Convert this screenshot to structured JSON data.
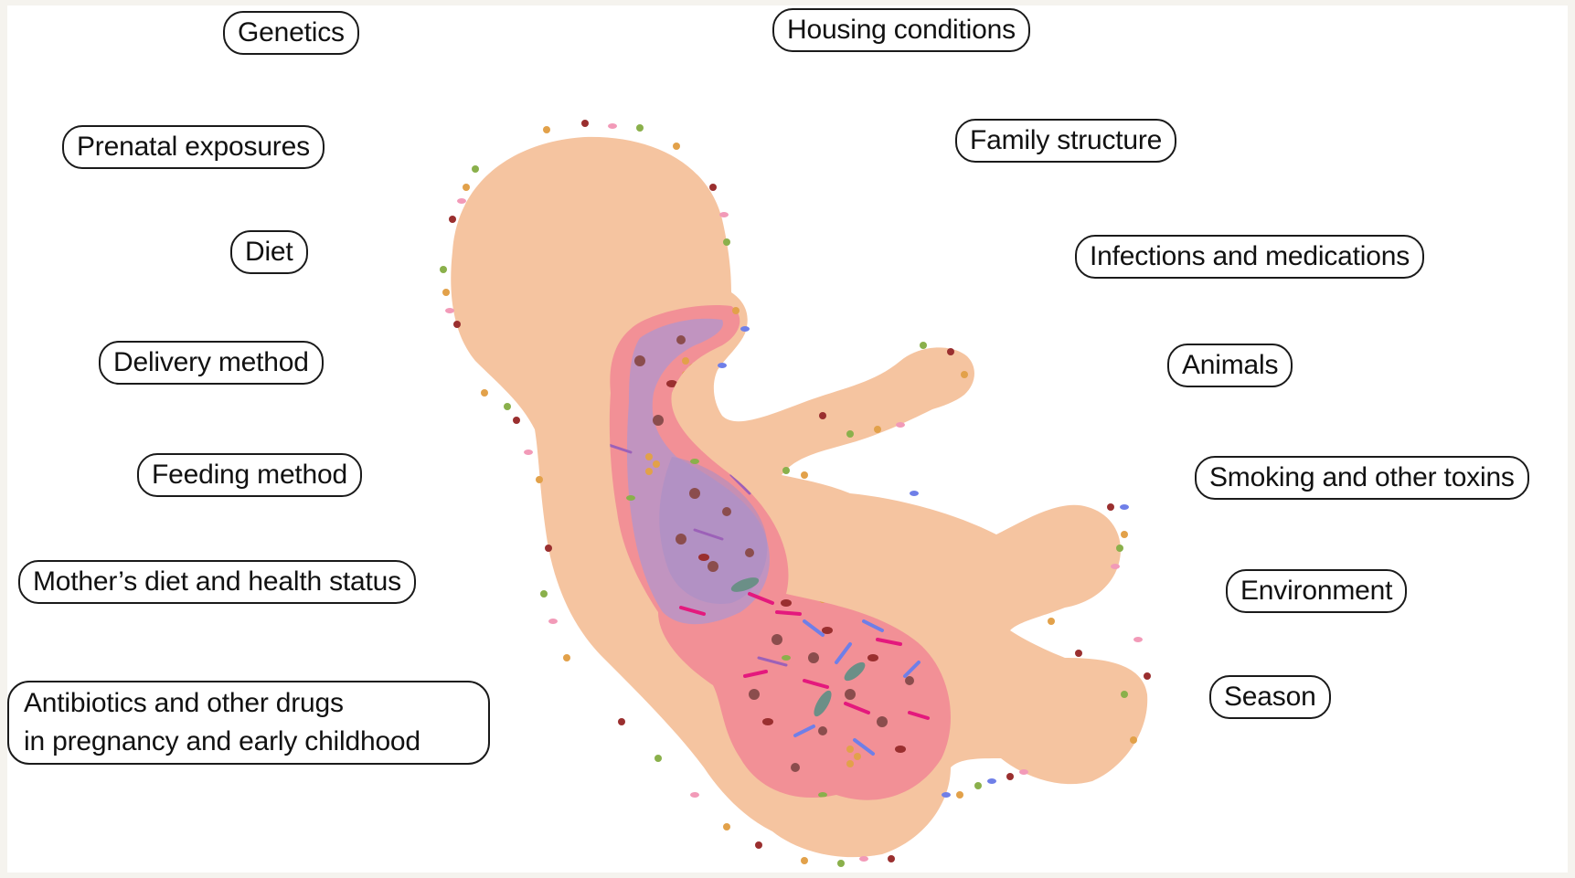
{
  "colors": {
    "skin": "#f5c4a0",
    "gut_outer": "#f28b95",
    "gut_inner": "#c49ac8",
    "outline": "#1a1a1a"
  },
  "factors_left": [
    "Genetics",
    "Prenatal exposures",
    "Diet",
    "Delivery method",
    "Feeding method",
    "Mother’s diet and health status"
  ],
  "factors_left_multiline": {
    "line1": "Antibiotics and other drugs",
    "line2": "in pregnancy and early childhood"
  },
  "factors_right": [
    "Housing conditions",
    "Family structure",
    "Infections and medications",
    "Animals",
    "Smoking and other toxins",
    "Environment",
    "Season"
  ]
}
